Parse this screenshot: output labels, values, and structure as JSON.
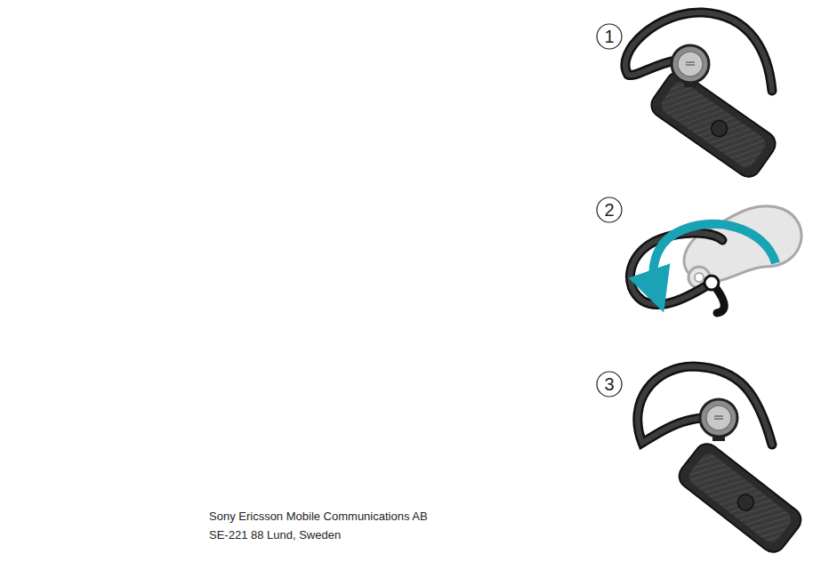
{
  "diagram": {
    "labels": [
      "1",
      "2",
      "3",
      "Sony Ericsson Mobile Communications AB",
      "SE-221 88 Lund, Sweden"
    ]
  }
}
